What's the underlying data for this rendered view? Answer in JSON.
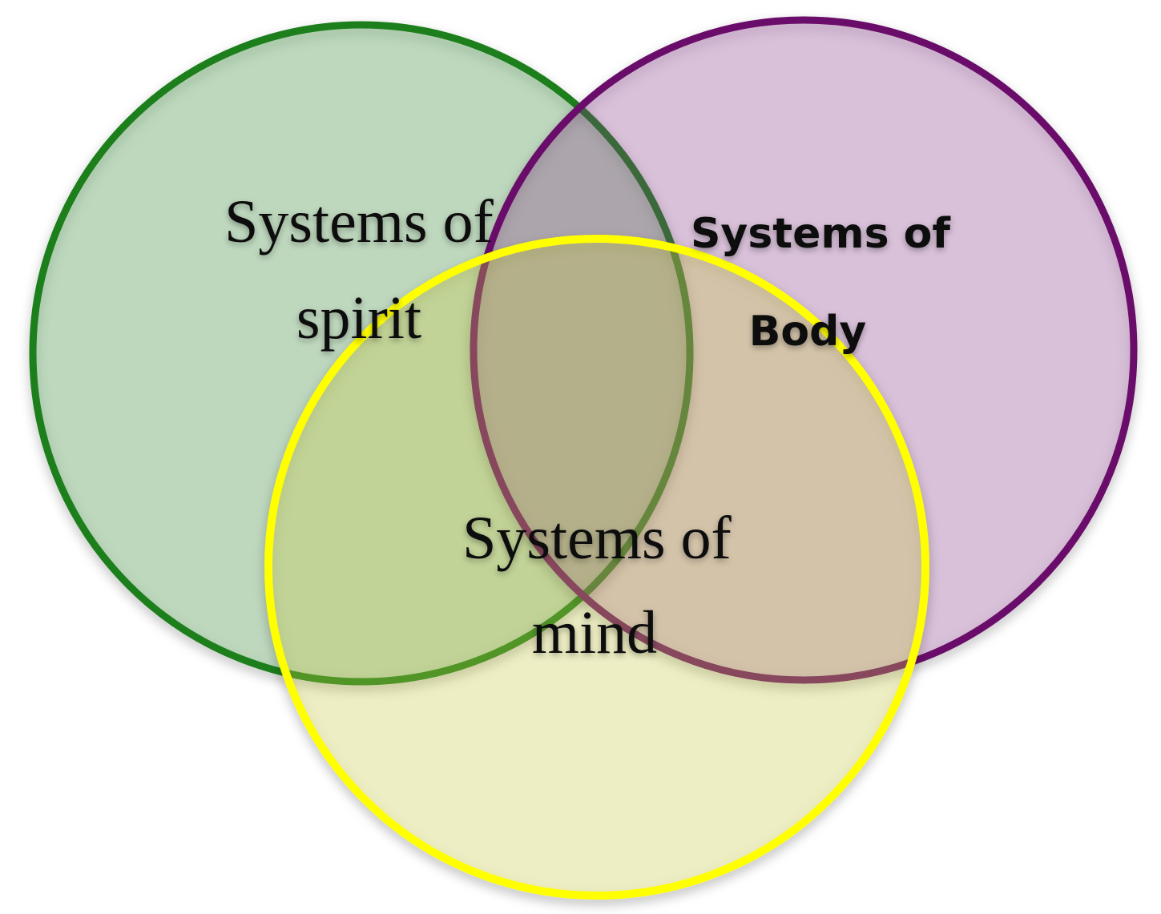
{
  "diagram": {
    "circles": [
      {
        "id": "spirit",
        "label_lines": [
          "Systems of",
          "spirit"
        ],
        "stroke": "#1a7f1a",
        "fill": "#2e8b2e"
      },
      {
        "id": "body",
        "label_lines": [
          "Systems of",
          "Body"
        ],
        "stroke": "#6b0f6b",
        "fill": "#8e3b8e"
      },
      {
        "id": "mind",
        "label_lines": [
          "Systems of",
          "mind"
        ],
        "stroke": "#ffff00",
        "fill": "#d9d94a"
      }
    ]
  }
}
